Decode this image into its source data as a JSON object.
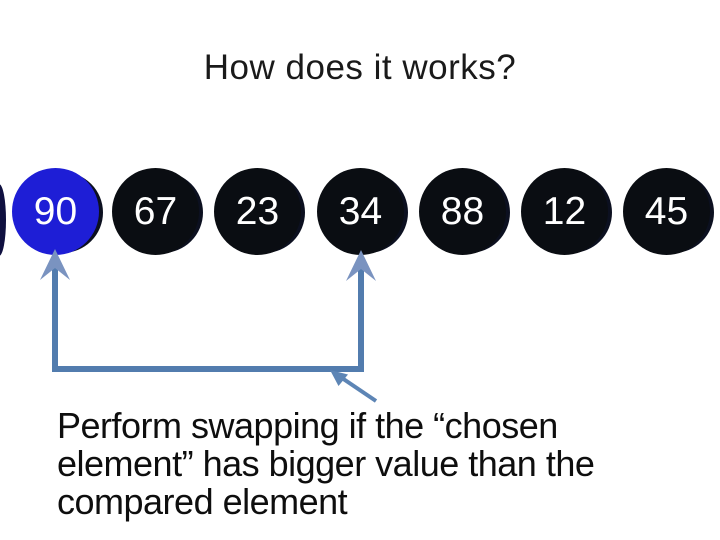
{
  "slide": {
    "title": "How does it works?",
    "circles": [
      {
        "value": "90",
        "highlighted": true
      },
      {
        "value": "67",
        "highlighted": false
      },
      {
        "value": "23",
        "highlighted": false
      },
      {
        "value": "34",
        "highlighted": false
      },
      {
        "value": "88",
        "highlighted": false
      },
      {
        "value": "12",
        "highlighted": false
      },
      {
        "value": "45",
        "highlighted": false
      }
    ],
    "caption": {
      "lines": [
        "Perform swapping if the “chosen",
        "element” has bigger value than the",
        "compared element"
      ]
    },
    "icons": [
      "up-arrow-icon-left",
      "up-arrow-icon-right",
      "comparison-bracket",
      "pointer-arrow-icon"
    ],
    "colors": {
      "background": "#ffffff",
      "title_text": "#1a1a1a",
      "body_text": "#0e0e0e",
      "circle_default": "#0a0d12",
      "circle_value_text": "#ffffff",
      "circle_highlight": "#1e1ed6",
      "connector": "#527cae",
      "arrowhead": "#7a93c0",
      "pointer": "#5d85b5",
      "shadow": "#0c1020",
      "edge_shape": "#0f1040"
    }
  }
}
